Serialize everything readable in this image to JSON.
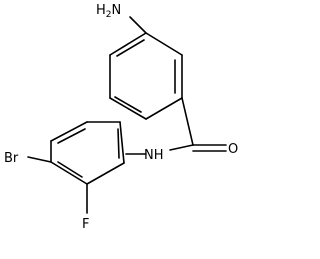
{
  "structure": {
    "atoms": {
      "amine": {
        "main": "H",
        "sub": "2",
        "tail": "N"
      },
      "carbonyl_oxygen": "O",
      "amide_nitrogen": "NH",
      "bromine": "Br",
      "fluorine": "F"
    }
  },
  "colors": {
    "bond": "#000000",
    "text": "#000000",
    "background": "#ffffff"
  }
}
